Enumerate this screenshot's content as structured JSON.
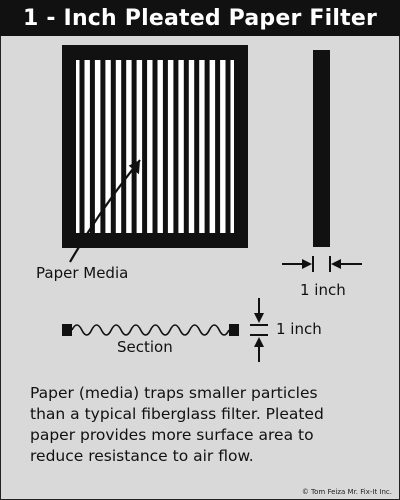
{
  "title": "1 - Inch Pleated Paper Filter",
  "labels": {
    "paper_media": "Paper Media",
    "edge_thickness": "1 inch",
    "section_thickness": "1 inch",
    "section": "Section"
  },
  "caption": [
    "Paper (media) traps smaller particles",
    "than a typical fiberglass filter.  Pleated",
    "paper provides more surface area to",
    "reduce resistance to air flow."
  ],
  "credit": "© Tom Feiza Mr. Fix-It Inc.",
  "colors": {
    "background": "#d9d9d9",
    "title_bar": "#111111",
    "ink": "#111111"
  }
}
